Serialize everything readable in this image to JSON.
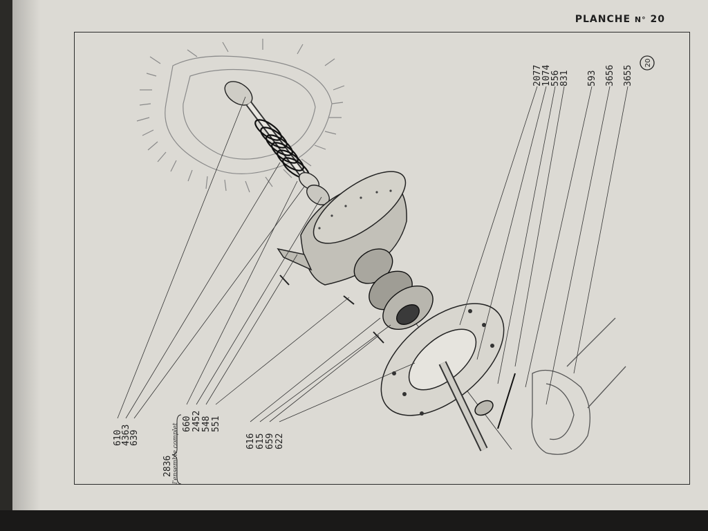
{
  "header": {
    "title": "PLANCHE",
    "no_abbrev": "N°",
    "number": "20"
  },
  "plate_badge": "20",
  "right_labels": [
    "2077",
    "1074",
    "556",
    "831",
    "593",
    "3656",
    "3655"
  ],
  "left_group_a": [
    "610",
    "4363",
    "639"
  ],
  "left_group_b": [
    "660",
    "2452",
    "548",
    "551"
  ],
  "left_group_b_bracket": {
    "number": "2836",
    "caption": "l'ensemble complet"
  },
  "left_group_c": [
    "616",
    "615",
    "659",
    "622"
  ]
}
